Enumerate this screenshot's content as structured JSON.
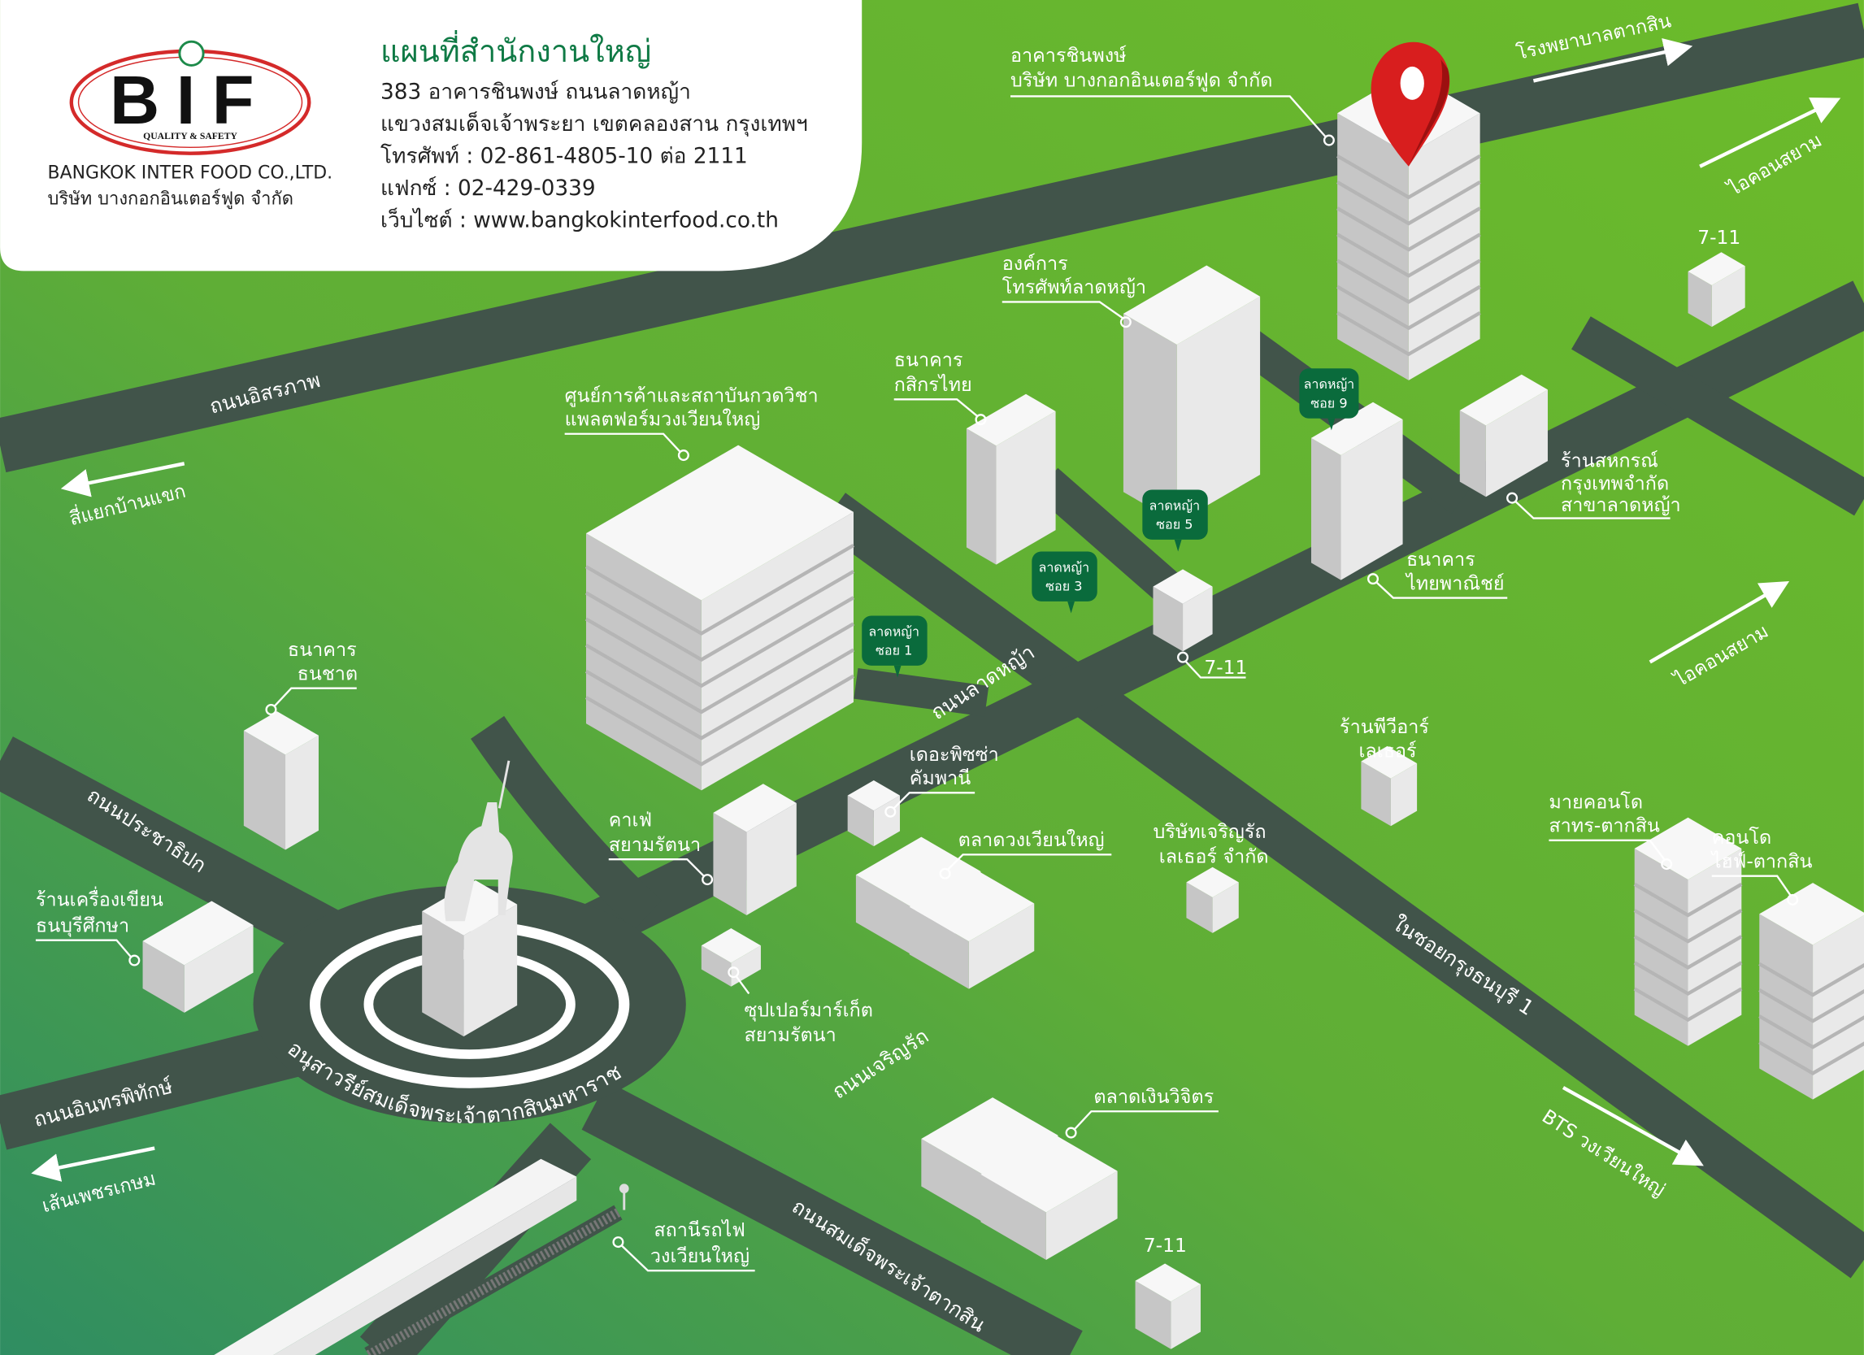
{
  "header": {
    "logo_text": "BIF",
    "logo_tagline": "QUALITY & SAFETY",
    "company_en": "BANGKOK INTER FOOD CO.,LTD.",
    "company_th": "บริษัท บางกอกอินเตอร์ฟูด จำกัด",
    "title": "แผนที่สำนักงานใหญ่",
    "address_1": "383 อาคารชินพงษ์ ถนนลาดหญ้า",
    "address_2": "แขวงสมเด็จเจ้าพระยา เขตคลองสาน กรุงเทพฯ",
    "phone": "โทรศัพท์ : 02-861-4805-10 ต่อ 2111",
    "fax": "แฟกซ์ : 02-429-0339",
    "website": "เว็บไซต์ : www.bangkokinterfood.co.th"
  },
  "colors": {
    "road": "#41544a",
    "badge": "#0a6b3c",
    "pin": "#d81e1e",
    "title": "#0f7a45"
  },
  "landmarks": {
    "hq": [
      "อาคารชินพงษ์",
      "บริษัท บางกอกอินเตอร์ฟูด จำกัด"
    ],
    "tot": [
      "องค์การ",
      "โทรศัพท์ลาดหญ้า"
    ],
    "kbank": [
      "ธนาคาร",
      "กสิกรไทย"
    ],
    "platform": [
      "ศูนย์การค้าและสถาบันกวดวิชา",
      "แพลตฟอร์มวงเวียนใหญ่"
    ],
    "coop": [
      "ร้านสหกรณ์",
      "กรุงเทพจำกัด",
      "สาขาลาดหญ้า"
    ],
    "scb": [
      "ธนาคาร",
      "ไทยพาณิชย์"
    ],
    "seven_top": "7-11",
    "seven_mid": "7-11",
    "seven_bottom": "7-11",
    "thanachart": [
      "ธนาคาร",
      "ธนชาต"
    ],
    "pvr": [
      "ร้านพีวีอาร์",
      "เลเธอร์"
    ],
    "pizza": [
      "เดอะพิซซ่า",
      "คัมพานี"
    ],
    "cafe": [
      "คาเฟ่",
      "สยามรัตนา"
    ],
    "market": "ตลาดวงเวียนใหญ่",
    "charoenrat": [
      "บริษัทเจริญรัถ",
      "เลเธอร์ จำกัด"
    ],
    "mycondo": [
      "มายคอนโด",
      "สาทร-ตากสิน"
    ],
    "hive": [
      "คอนโด",
      "ไฮฟ์-ตากสิน"
    ],
    "stationery": [
      "ร้านเครื่องเขียน",
      "ธนบุรีศึกษา"
    ],
    "supermarket": [
      "ซุปเปอร์มาร์เก็ต",
      "สยามรัตนา"
    ],
    "monument": "อนุสาวรีย์สมเด็จพระเจ้าตากสินมหาราช",
    "ngoen": "ตลาดเงินวิจิตร",
    "station": [
      "สถานีรถไฟ",
      "วงเวียนใหญ่"
    ]
  },
  "roads": {
    "isaraphap": "ถนนอิสรภาพ",
    "lat_ya": "ถนนลาดหญ้า",
    "prachathipok": "ถนนประชาธิปก",
    "inthraphithak": "ถนนอินทรพิทักษ์",
    "charoenrat": "ถนนเจริญรัถ",
    "taksin": "ถนนสมเด็จพระเจ้าตากสิน",
    "krung_thonburi": "ในซอยกรุงธนบุรี 1"
  },
  "directions": {
    "taksin_hospital": "โรงพยาบาลตากสิน",
    "iconsiam_1": "ไอคอนสยาม",
    "iconsiam_2": "ไอคอนสยาม",
    "ban_khaek": "สี่แยกบ้านแขก",
    "phetkasem": "เส้นเพชรเกษม",
    "bts": "BTS วงเวียนใหญ่"
  },
  "soi_badges": [
    [
      "ลาดหญ้า",
      "ซอย 1"
    ],
    [
      "ลาดหญ้า",
      "ซอย 3"
    ],
    [
      "ลาดหญ้า",
      "ซอย 5"
    ],
    [
      "ลาดหญ้า",
      "ซอย 9"
    ]
  ]
}
